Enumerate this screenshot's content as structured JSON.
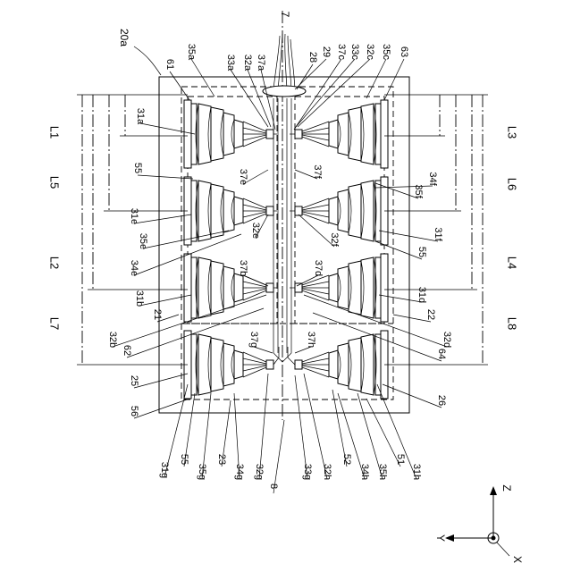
{
  "figure": {
    "label_20a": "20a",
    "label_7": "7",
    "label_8": "8",
    "labels_top": [
      "61",
      "35a",
      "33a",
      "32a",
      "37a",
      "28",
      "29",
      "37c",
      "33c",
      "32c",
      "35c",
      "63"
    ],
    "labels_upper_left": [
      "31a",
      "55",
      "37e",
      "31e",
      "35e",
      "32e",
      "34e"
    ],
    "labels_upper_right": [
      "37f",
      "35f",
      "34f",
      "31f",
      "32f",
      "55"
    ],
    "labels_mid": [
      "37b",
      "37d",
      "31b",
      "31d",
      "21",
      "22",
      "32b",
      "62",
      "32d",
      "64",
      "37g",
      "37h"
    ],
    "labels_lower": [
      "25",
      "26",
      "56",
      "23",
      "52",
      "51"
    ],
    "labels_bottom": [
      "31g",
      "55",
      "35g",
      "23",
      "34g",
      "32g",
      "8",
      "33g",
      "32h",
      "52",
      "34h",
      "35h",
      "51",
      "31h"
    ],
    "dim_left": [
      "L1",
      "L5",
      "L2",
      "L7"
    ],
    "dim_right": [
      "L3",
      "L6",
      "L4",
      "L8"
    ],
    "axes": {
      "z": "Z",
      "y": "Y",
      "x": "X"
    }
  }
}
